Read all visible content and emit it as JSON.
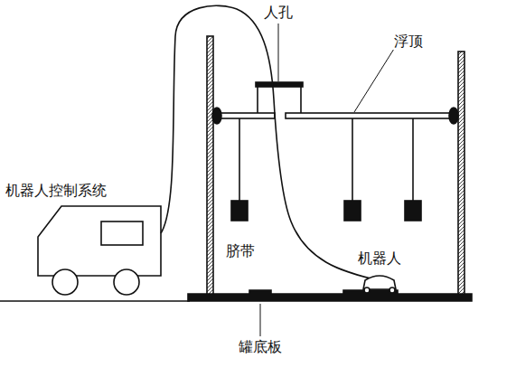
{
  "diagram": {
    "labels": [
      "人孔",
      "浮顶",
      "机器人控制系统",
      "脐带",
      "机器人",
      "罐底板"
    ]
  }
}
